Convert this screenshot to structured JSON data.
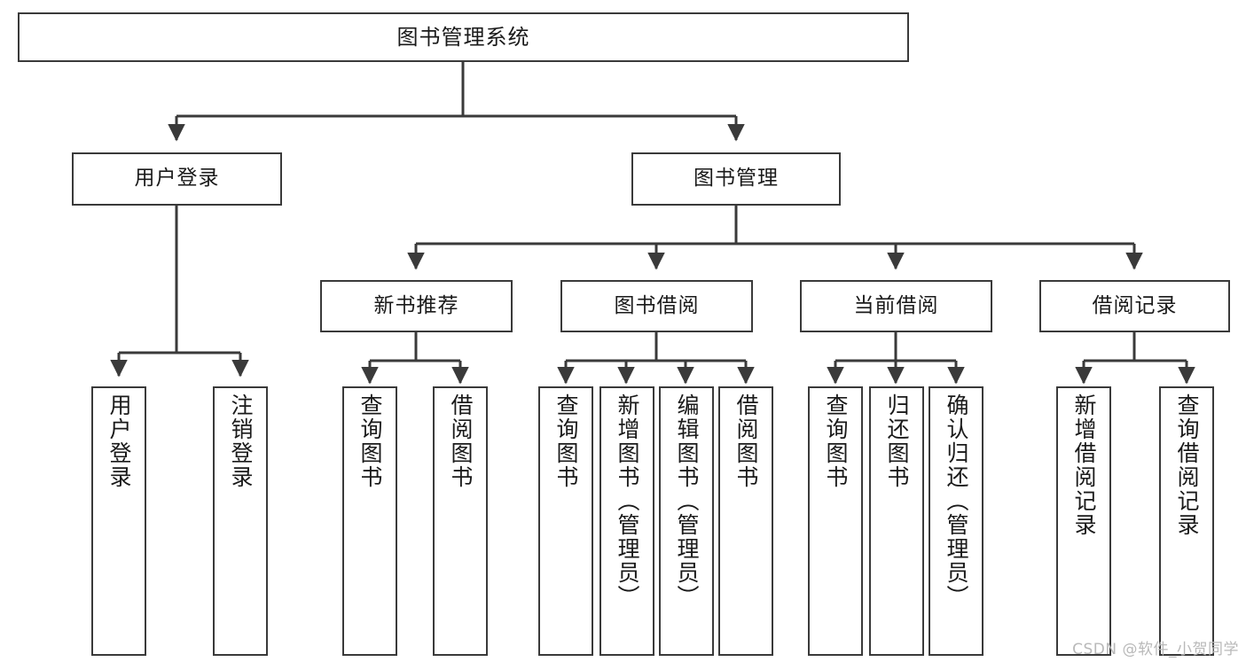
{
  "diagram": {
    "title": "图书管理系统",
    "type": "tree-hierarchy-diagram",
    "colors": {
      "box_border": "#3a3a3a",
      "box_fill": "#ffffff",
      "edge": "#3a3a3a",
      "text": "#1a1a1a",
      "watermark": "#b9b9b9"
    },
    "root": {
      "id": "root",
      "label": "图书管理系统",
      "orientation": "horizontal"
    },
    "level2": [
      {
        "id": "user-login",
        "label": "用户登录",
        "orientation": "horizontal"
      },
      {
        "id": "book-management",
        "label": "图书管理",
        "orientation": "horizontal"
      }
    ],
    "level3": [
      {
        "id": "new-book-recommend",
        "label": "新书推荐",
        "orientation": "horizontal"
      },
      {
        "id": "book-borrow",
        "label": "图书借阅",
        "orientation": "horizontal"
      },
      {
        "id": "current-borrow",
        "label": "当前借阅",
        "orientation": "horizontal"
      },
      {
        "id": "borrow-record",
        "label": "借阅记录",
        "orientation": "horizontal"
      }
    ],
    "leaves": [
      {
        "id": "leaf-user-login",
        "parent": "user-login",
        "label": "用户登录",
        "orientation": "vertical"
      },
      {
        "id": "leaf-user-logout",
        "parent": "user-login",
        "label": "注销登录",
        "orientation": "vertical"
      },
      {
        "id": "leaf-query-book-1",
        "parent": "new-book-recommend",
        "label": "查询图书",
        "orientation": "vertical"
      },
      {
        "id": "leaf-borrow-book-1",
        "parent": "new-book-recommend",
        "label": "借阅图书",
        "orientation": "vertical"
      },
      {
        "id": "leaf-query-book-2",
        "parent": "book-borrow",
        "label": "查询图书",
        "orientation": "vertical"
      },
      {
        "id": "leaf-add-book",
        "parent": "book-borrow",
        "label": "新增图书（管理员）",
        "orientation": "vertical"
      },
      {
        "id": "leaf-edit-book",
        "parent": "book-borrow",
        "label": "编辑图书（管理员）",
        "orientation": "vertical"
      },
      {
        "id": "leaf-borrow-book-2",
        "parent": "book-borrow",
        "label": "借阅图书",
        "orientation": "vertical"
      },
      {
        "id": "leaf-query-book-3",
        "parent": "current-borrow",
        "label": "查询图书",
        "orientation": "vertical"
      },
      {
        "id": "leaf-return-book",
        "parent": "current-borrow",
        "label": "归还图书",
        "orientation": "vertical"
      },
      {
        "id": "leaf-confirm-return",
        "parent": "current-borrow",
        "label": "确认归还（管理员）",
        "orientation": "vertical"
      },
      {
        "id": "leaf-add-record",
        "parent": "borrow-record",
        "label": "新增借阅记录",
        "orientation": "vertical"
      },
      {
        "id": "leaf-query-record",
        "parent": "borrow-record",
        "label": "查询借阅记录",
        "orientation": "vertical"
      }
    ],
    "watermark": "CSDN @软件_小贺同学"
  }
}
